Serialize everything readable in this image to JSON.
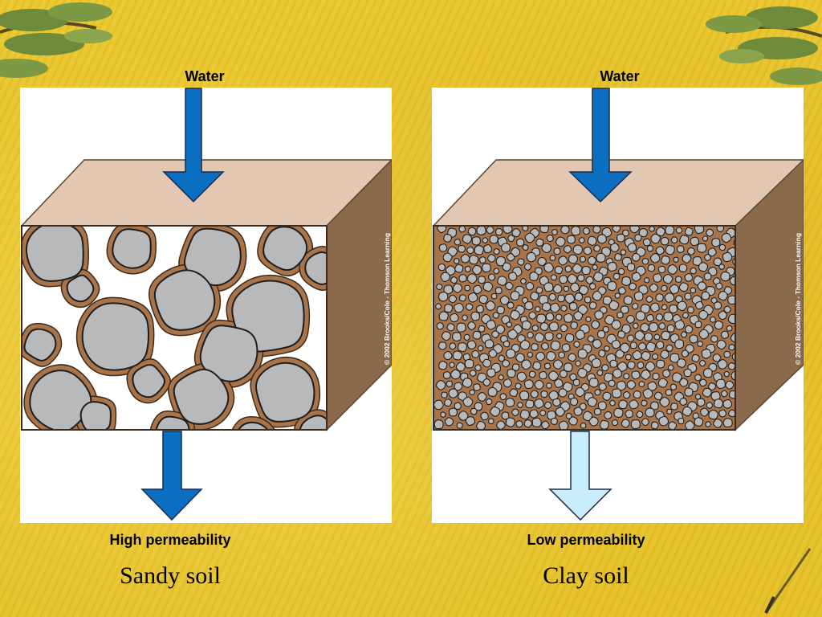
{
  "left": {
    "water_label": "Water",
    "permeability": "High permeability",
    "soil_name": "Sandy soil",
    "credit": "© 2002 Brooks/Cole - Thomson Learning",
    "outflow_arrow_color": "#0a6fc0"
  },
  "right": {
    "water_label": "Water",
    "permeability": "Low permeability",
    "soil_name": "Clay soil",
    "credit": "© 2002 Brooks/Cole - Thomson Learning",
    "outflow_arrow_color": "#c8ecfa"
  },
  "colors": {
    "background": "#e7c52b",
    "block_top": "#e2c8b3",
    "block_side": "#8b6a4c",
    "soil_matrix": "#a97449",
    "particle": "#b8b9bb",
    "arrow": "#0a6fc0"
  }
}
